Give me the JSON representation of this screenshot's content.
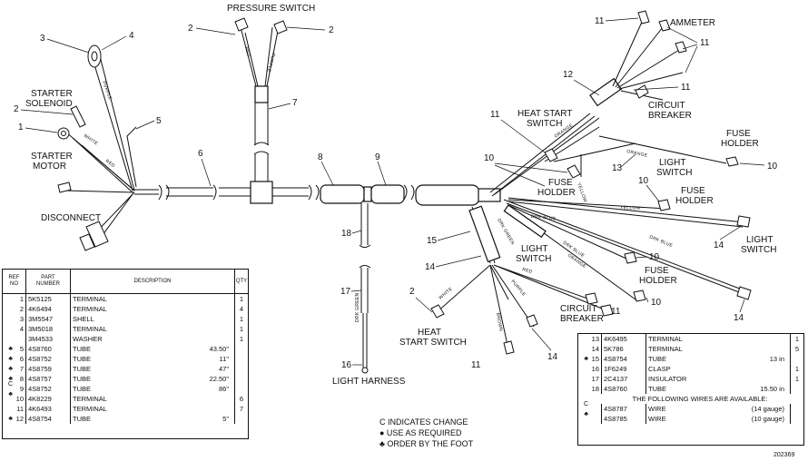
{
  "figure_id": "202369",
  "callouts": {
    "pressure_switch": "PRESSURE SWITCH",
    "starter_solenoid": "STARTER\nSOLENOID",
    "starter_motor": "STARTER\nMOTOR",
    "disconnect": "DISCONNECT",
    "ammeter": "AMMETER",
    "circuit_breaker_top": "CIRCUIT\nBREAKER",
    "heat_start_switch_top": "HEAT START\nSWITCH",
    "fuse_holder_right": "FUSE\nHOLDER",
    "light_switch_right": "LIGHT\nSWITCH",
    "fuse_holder_mid": "FUSE\nHOLDER",
    "fuse_holder_mid2": "FUSE\nHOLDER",
    "light_switch_far": "LIGHT\nSWITCH",
    "light_switch_mid": "LIGHT\nSWITCH",
    "fuse_holder_low": "FUSE\nHOLDER",
    "circuit_breaker_low": "CIRCUIT\nBREAKER",
    "heat_start_switch_low": "HEAT\nSTART SWITCH",
    "light_harness": "LIGHT HARNESS"
  },
  "ref_numbers": {
    "n1": "1",
    "n2": "2",
    "n3": "3",
    "n4": "4",
    "n5": "5",
    "n6": "6",
    "n7": "7",
    "n8": "8",
    "n9": "9",
    "n10": "10",
    "n11": "11",
    "n12": "12",
    "n13": "13",
    "n14": "14",
    "n15": "15",
    "n16": "16",
    "n17": "17",
    "n18": "18"
  },
  "wire_colors": {
    "purple": "PURPLE",
    "white": "WHITE",
    "red": "RED",
    "orange": "ORANGE",
    "yellow": "YELLOW",
    "dkblue": "DRK BLUE",
    "dkgreen": "DRK GREEN",
    "brown": "BROWN"
  },
  "left_table": {
    "headers": {
      "ref": "REF\nNO",
      "part": "PART\nNUMBER",
      "desc": "DESCRIPTION",
      "qty": "QTY"
    },
    "rows": [
      {
        "mark": "",
        "ref": "1",
        "part": "5K5125",
        "desc": "TERMINAL",
        "len": "",
        "qty": "1"
      },
      {
        "mark": "",
        "ref": "2",
        "part": "4K6494",
        "desc": "TERMINAL",
        "len": "",
        "qty": "4"
      },
      {
        "mark": "",
        "ref": "3",
        "part": "3M5547",
        "desc": "SHELL",
        "len": "",
        "qty": "1"
      },
      {
        "mark": "",
        "ref": "4",
        "part": "3M5018",
        "desc": "TERMINAL",
        "len": "",
        "qty": "1"
      },
      {
        "mark": "",
        "ref": "",
        "part": "3M4533",
        "desc": "WASHER",
        "len": "",
        "qty": "1"
      },
      {
        "mark": "♣",
        "ref": "5",
        "part": "4S8760",
        "desc": "TUBE",
        "len": "43.50\"",
        "qty": ""
      },
      {
        "mark": "♣",
        "ref": "6",
        "part": "4S8752",
        "desc": "TUBE",
        "len": "11\"",
        "qty": ""
      },
      {
        "mark": "♣",
        "ref": "7",
        "part": "4S8759",
        "desc": "TUBE",
        "len": "47\"",
        "qty": ""
      },
      {
        "mark": "♣",
        "ref": "8",
        "part": "4S8757",
        "desc": "TUBE",
        "len": "22.50\"",
        "qty": ""
      },
      {
        "mark": "C ♣",
        "ref": "9",
        "part": "4S8752",
        "desc": "TUBE",
        "len": "86\"",
        "qty": ""
      },
      {
        "mark": "",
        "ref": "10",
        "part": "4K8229",
        "desc": "TERMINAL",
        "len": "",
        "qty": "6"
      },
      {
        "mark": "",
        "ref": "11",
        "part": "4K6493",
        "desc": "TERMINAL",
        "len": "",
        "qty": "7"
      },
      {
        "mark": "♣",
        "ref": "12",
        "part": "4S8754",
        "desc": "TUBE",
        "len": "5\"",
        "qty": ""
      }
    ]
  },
  "legend": {
    "change": "C INDICATES CHANGE",
    "as_required": "● USE AS REQUIRED",
    "by_foot": "♣ ORDER BY THE FOOT"
  },
  "right_table": {
    "rows": [
      {
        "mark": "",
        "ref": "13",
        "part": "4K6495",
        "desc": "TERMINAL",
        "len": "",
        "qty": "1"
      },
      {
        "mark": "",
        "ref": "14",
        "part": "5K786",
        "desc": "TERMINAL",
        "len": "",
        "qty": "5"
      },
      {
        "mark": "♣",
        "ref": "15",
        "part": "4S8754",
        "desc": "TUBE",
        "len": "13 in",
        "qty": ""
      },
      {
        "mark": "",
        "ref": "16",
        "part": "1F6249",
        "desc": "CLASP",
        "len": "",
        "qty": "1"
      },
      {
        "mark": "",
        "ref": "17",
        "part": "2C4137",
        "desc": "INSULATOR",
        "len": "",
        "qty": "1"
      },
      {
        "mark": "",
        "ref": "18",
        "part": "4S8760",
        "desc": "TUBE",
        "len": "15.50 in",
        "qty": ""
      }
    ],
    "note": "THE FOLLOWING WIRES ARE AVAILABLE:",
    "wires": [
      {
        "mark": "C ♣",
        "ref": "",
        "part": "4S8787",
        "desc": "WIRE",
        "len": "(14 gauge)",
        "qty": ""
      },
      {
        "mark": "",
        "ref": "",
        "part": "4S8785",
        "desc": "WIRE",
        "len": "(10 gauge)",
        "qty": ""
      }
    ]
  }
}
